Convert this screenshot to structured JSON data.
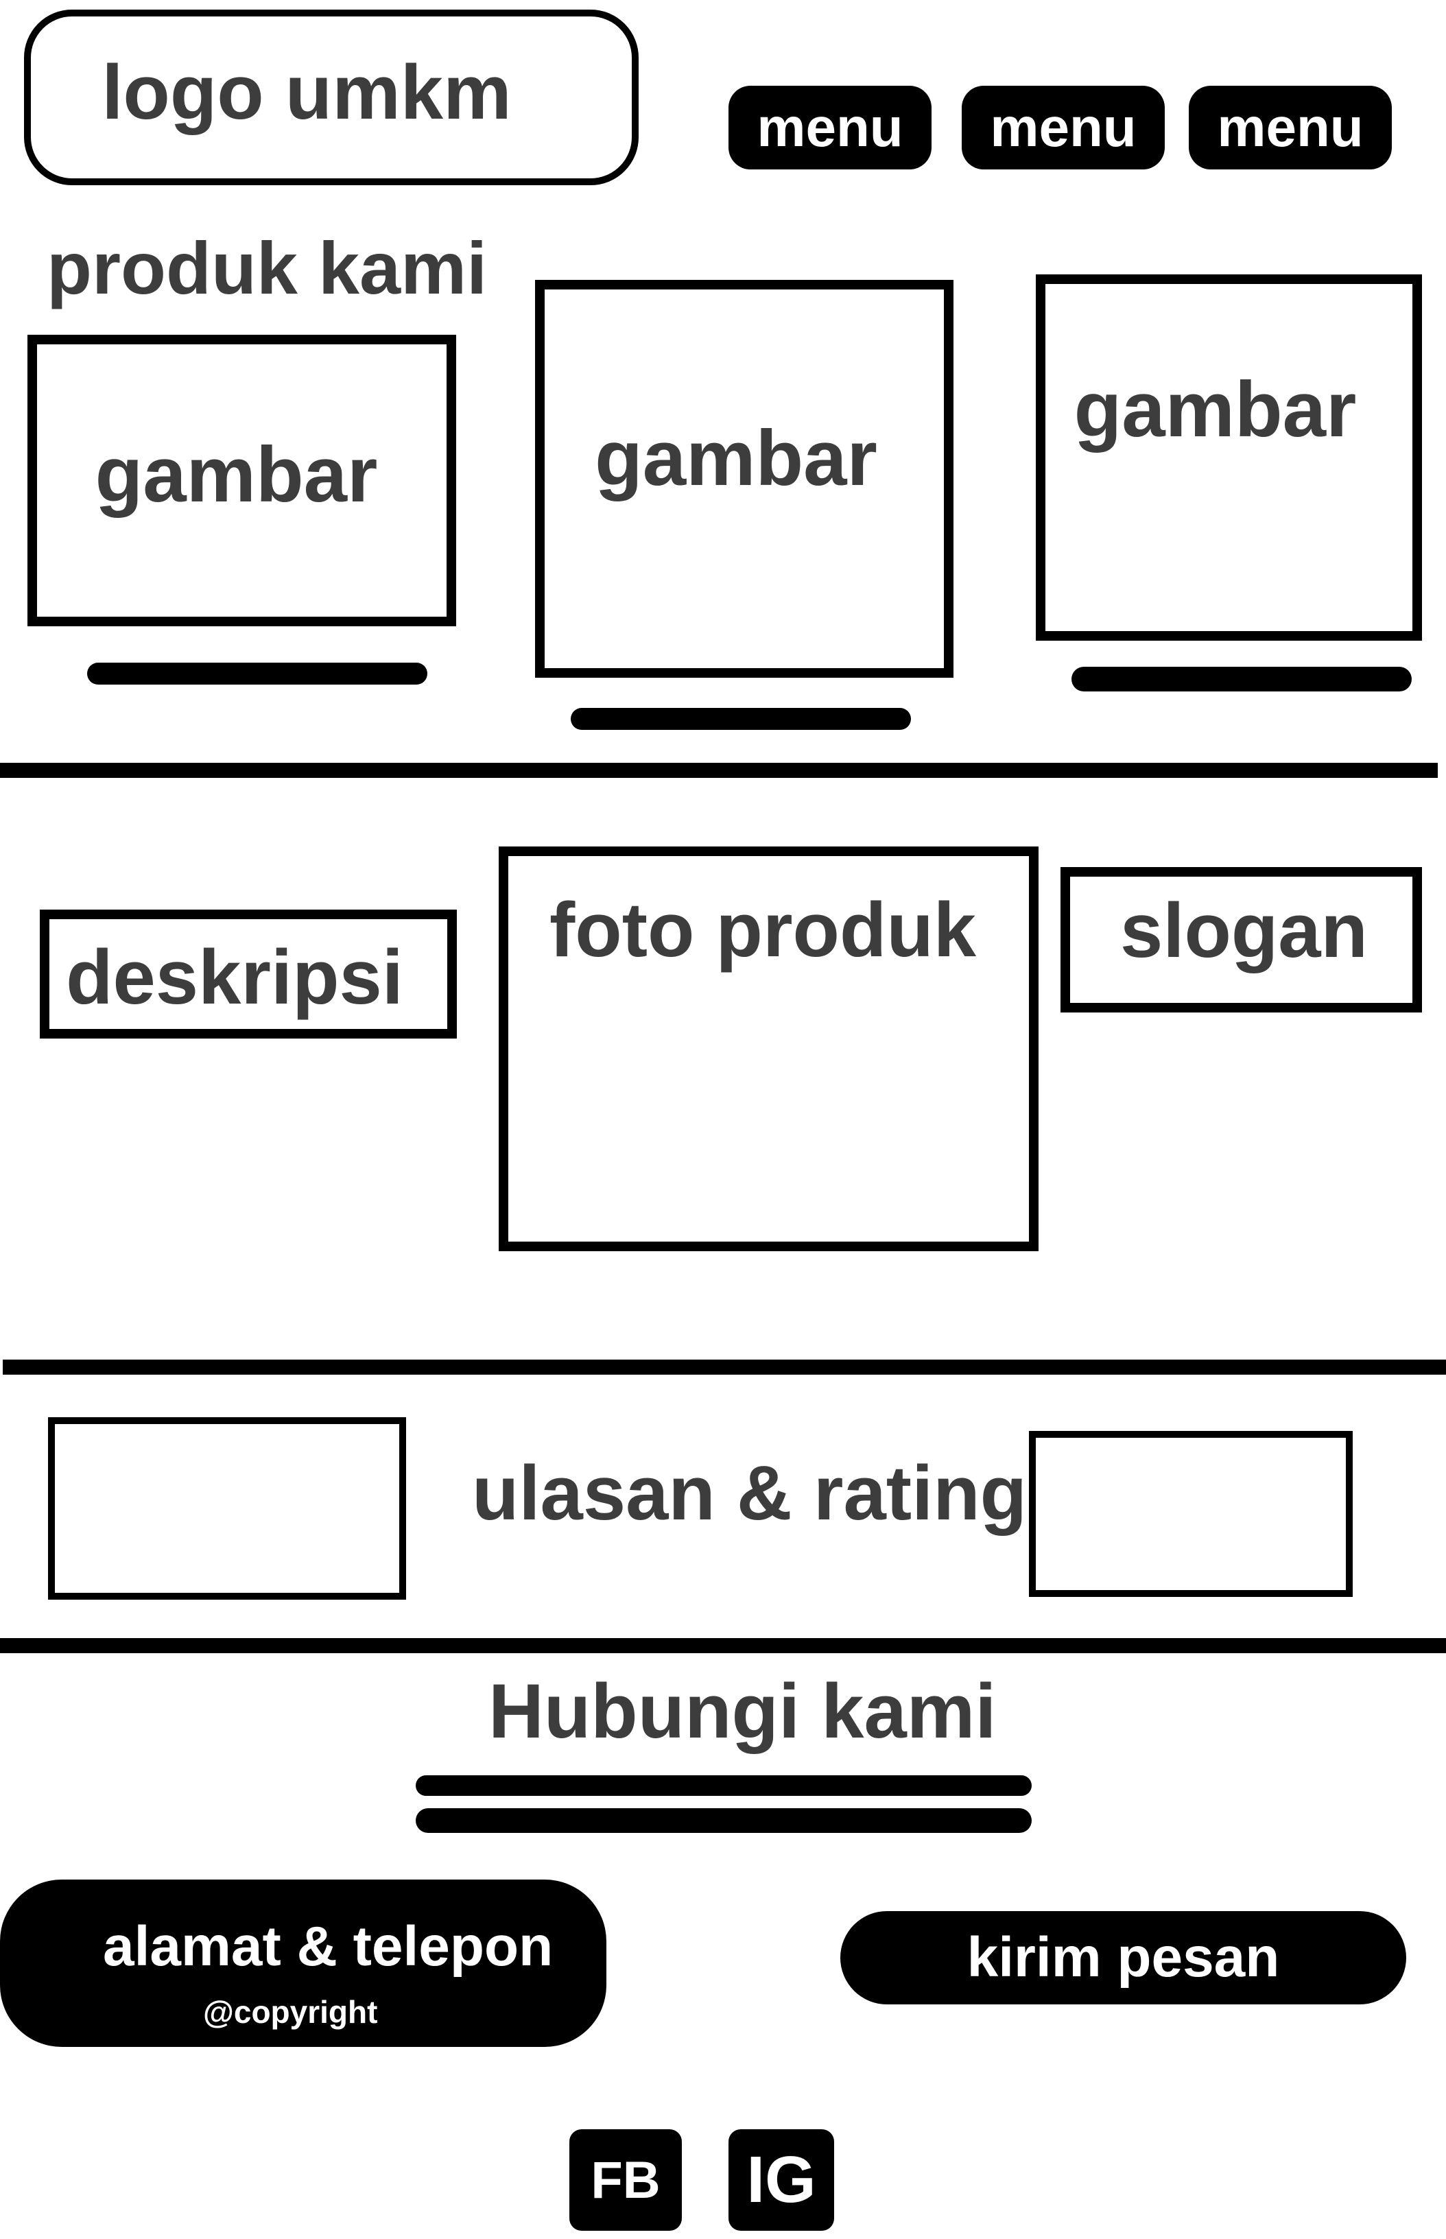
{
  "header": {
    "logo_label": "logo umkm",
    "menu_items": [
      "menu",
      "menu",
      "menu"
    ]
  },
  "products": {
    "title": "produk kami",
    "image_labels": [
      "gambar",
      "gambar",
      "gambar"
    ]
  },
  "feature": {
    "description_label": "deskripsi",
    "photo_label": "foto produk",
    "slogan_label": "slogan"
  },
  "reviews": {
    "title": "ulasan & rating"
  },
  "contact": {
    "title": "Hubungi kami",
    "address_label": "alamat & telepon",
    "copyright": "@copyright",
    "send_message_label": "kirim pesan"
  },
  "social": {
    "fb_label": "FB",
    "ig_label": "IG"
  },
  "colors": {
    "ink": "#000000",
    "text": "#3d3d3d",
    "background": "#ffffff"
  }
}
